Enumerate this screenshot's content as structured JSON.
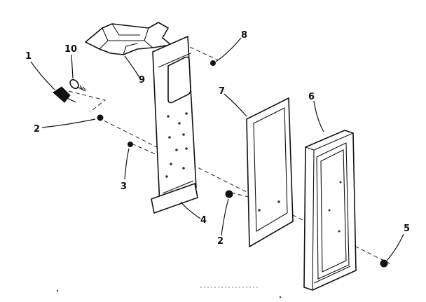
{
  "diagram": {
    "callouts": [
      {
        "id": "c1",
        "text": "1"
      },
      {
        "id": "c10",
        "text": "10"
      },
      {
        "id": "c2a",
        "text": "2"
      },
      {
        "id": "c3",
        "text": "3"
      },
      {
        "id": "c9",
        "text": "9"
      },
      {
        "id": "c8",
        "text": "8"
      },
      {
        "id": "c7",
        "text": "7"
      },
      {
        "id": "c6",
        "text": "6"
      },
      {
        "id": "c4",
        "text": "4"
      },
      {
        "id": "c2b",
        "text": "2"
      },
      {
        "id": "c5",
        "text": "5"
      }
    ]
  }
}
